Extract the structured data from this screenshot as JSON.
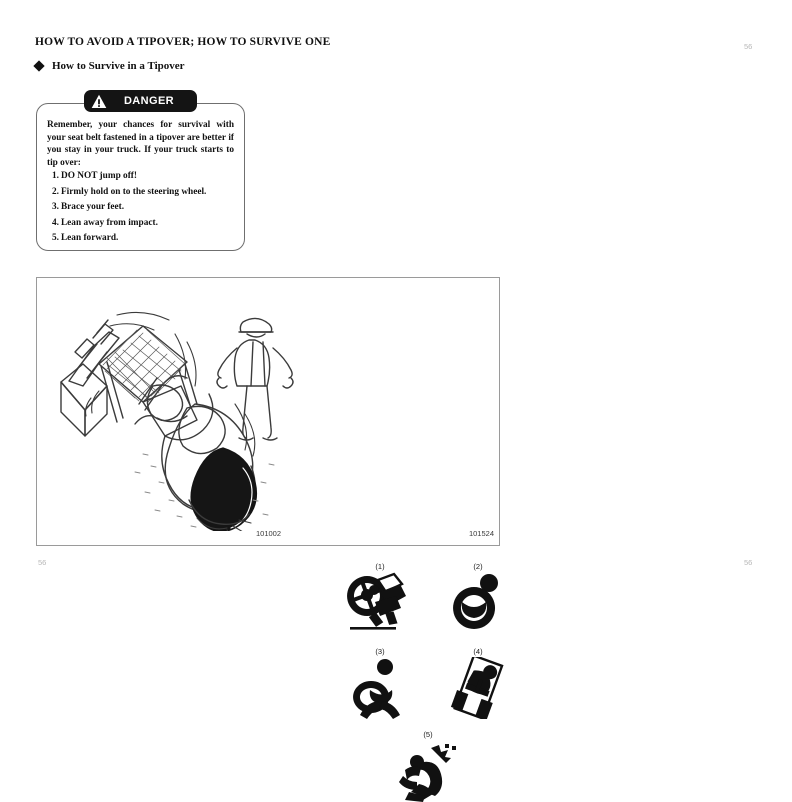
{
  "document": {
    "chapter_title": "HOW TO AVOID A TIPOVER; HOW TO SURVIVE ONE",
    "section_heading": "How to Survive in a Tipover",
    "bullet_icon": "diamond-bullet-icon",
    "folio_top_right": "56",
    "folio_bottom_left": "56",
    "folio_bottom_right": "56"
  },
  "danger_box": {
    "header_label": "DANGER",
    "header_icon": "warning-triangle-icon",
    "paragraph": "Remember, your chances for survival with your seat belt fastened in a tipover are better if you stay in your truck. If your truck starts to tip over:",
    "steps": [
      {
        "number": "1.",
        "text": "DO NOT jump off!"
      },
      {
        "number": "2.",
        "text": "Firmly hold on to the steering wheel."
      },
      {
        "number": "3.",
        "text": "Brace your feet."
      },
      {
        "number": "4.",
        "text": "Lean away from impact."
      },
      {
        "number": "5.",
        "text": "Lean forward."
      }
    ]
  },
  "figure": {
    "code_left": "101002",
    "code_right": "101524",
    "main_illustration_icon": "forklift-tipover-illustration",
    "pictograms": [
      {
        "label": "(1)",
        "icon": "do-not-jump-off-icon"
      },
      {
        "label": "(2)",
        "icon": "hold-steering-wheel-icon"
      },
      {
        "label": "(3)",
        "icon": "brace-feet-icon"
      },
      {
        "label": "(4)",
        "icon": "lean-away-from-impact-icon"
      },
      {
        "label": "(5)",
        "icon": "lean-forward-icon"
      }
    ]
  },
  "colors": {
    "ink": "#111111",
    "danger_pill": "#141414",
    "frame_border": "#9a9a9a",
    "folio_gray": "#b7b7b7"
  }
}
